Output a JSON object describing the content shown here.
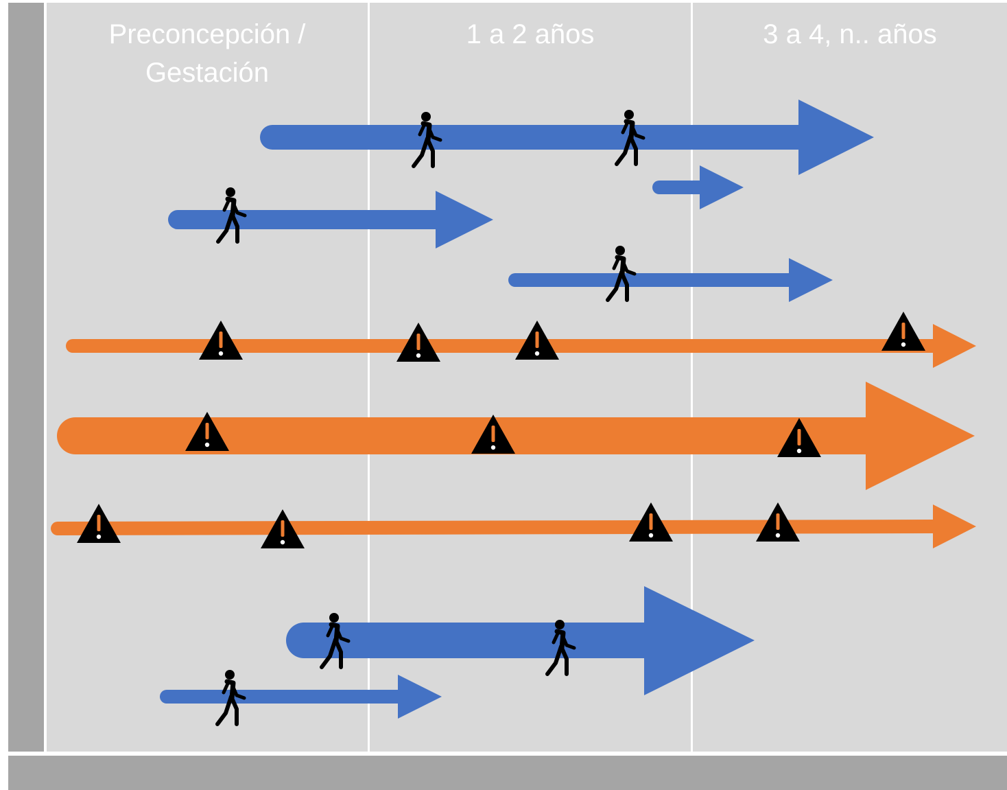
{
  "columns": [
    {
      "title": "Preconcepción /\nGestación"
    },
    {
      "title": "1 a 2 años"
    },
    {
      "title": "3 a 4, n.. años"
    }
  ],
  "colors": {
    "background": "#d9d9d9",
    "frame": "#a5a5a5",
    "divider": "#ffffff",
    "protective_arrow": "#4472c4",
    "risk_arrow": "#ed7d31",
    "icon": "#000000",
    "heading_text": "#ffffff"
  },
  "icons": {
    "protective": "walking-person-icon",
    "risk": "warning-triangle-icon"
  },
  "arrows": [
    {
      "kind": "protective",
      "markers": 2
    },
    {
      "kind": "protective",
      "markers": 0
    },
    {
      "kind": "protective",
      "markers": 1
    },
    {
      "kind": "protective",
      "markers": 1
    },
    {
      "kind": "risk",
      "markers": 4
    },
    {
      "kind": "risk",
      "markers": 3
    },
    {
      "kind": "risk",
      "markers": 4
    },
    {
      "kind": "protective",
      "markers": 2
    },
    {
      "kind": "protective",
      "markers": 1
    }
  ]
}
